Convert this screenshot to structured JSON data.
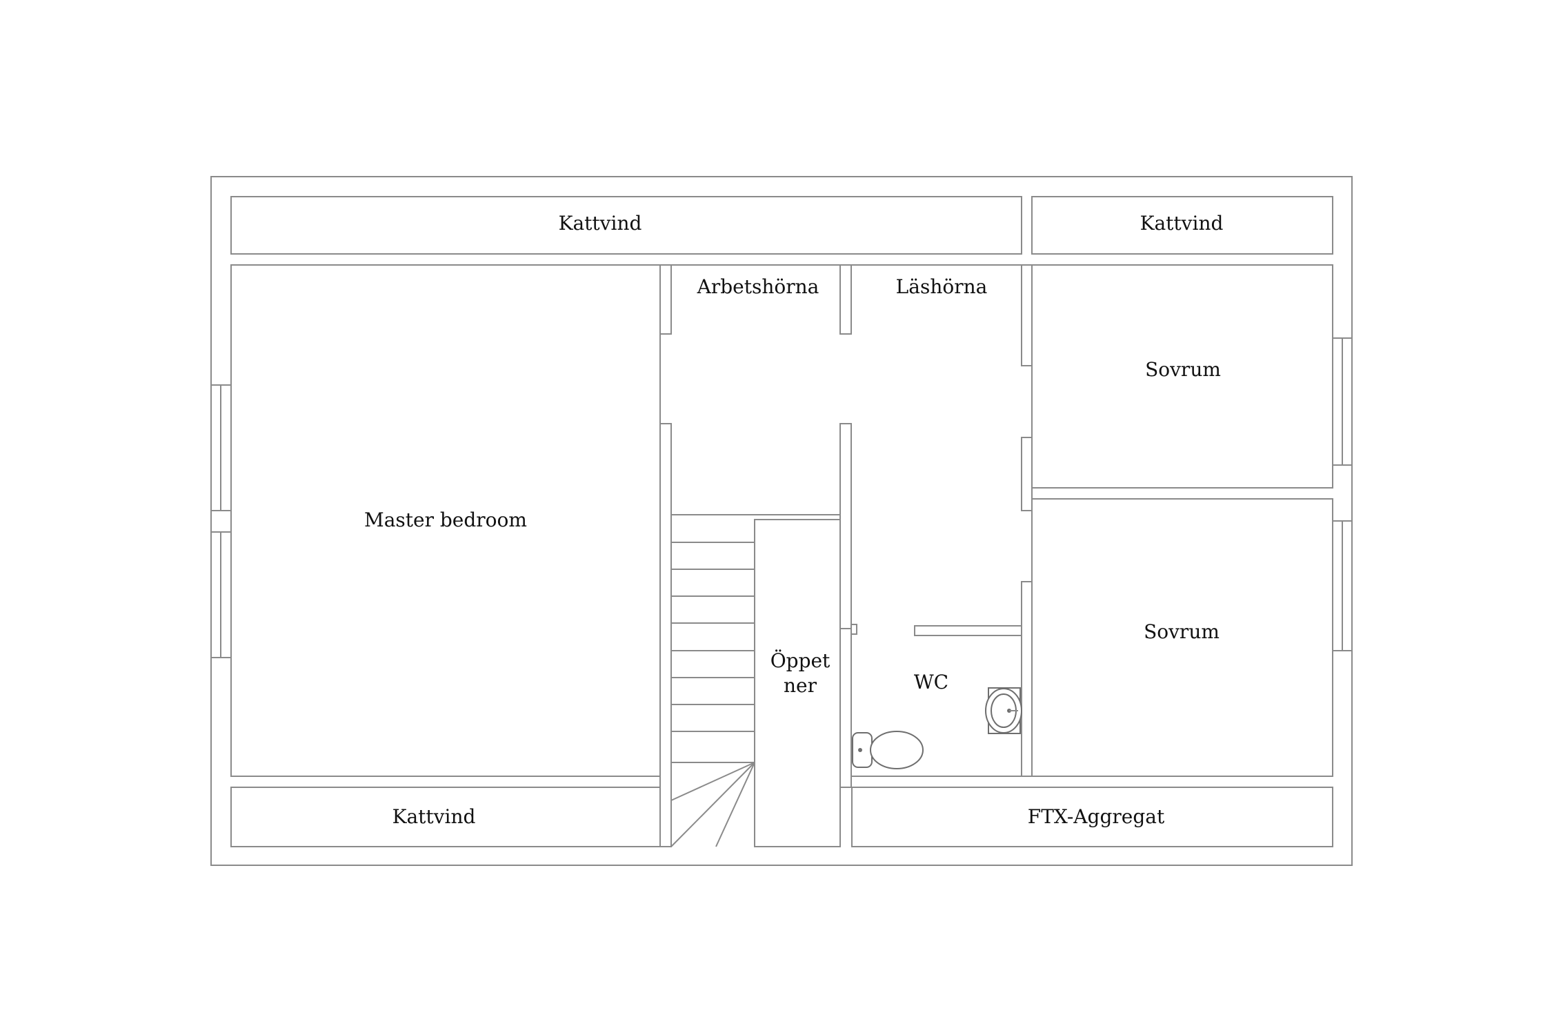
{
  "floor_plan": {
    "rooms": {
      "kattvind_top_left": "Kattvind",
      "kattvind_top_right": "Kattvind",
      "arbetshorna": "Arbetshörna",
      "lashorna": "Läshörna",
      "sovrum_upper": "Sovrum",
      "master_bedroom": "Master bedroom",
      "sovrum_lower": "Sovrum",
      "oppet_ner_line1": "Öppet",
      "oppet_ner_line2": "ner",
      "wc": "WC",
      "kattvind_bottom": "Kattvind",
      "ftx_aggregat": "FTX-Aggregat"
    },
    "colors": {
      "wall_stroke": "#8a8a8a",
      "background": "#ffffff",
      "text": "#111111"
    }
  }
}
